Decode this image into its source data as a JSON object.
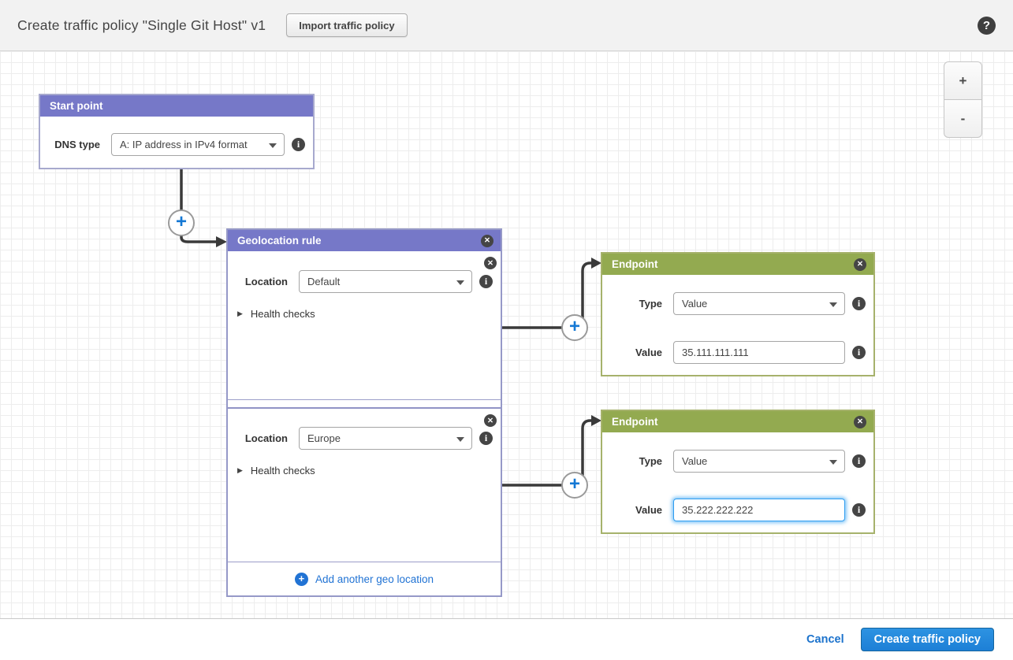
{
  "header": {
    "title": "Create traffic policy \"Single Git Host\" v1",
    "import_button_label": "Import traffic policy"
  },
  "icons": {
    "help": "?",
    "close": "✕",
    "info": "i",
    "plus": "+",
    "zoom_in": "+",
    "zoom_out": "-",
    "collapsed_caret": "▶"
  },
  "canvas": {
    "start_point": {
      "title": "Start point",
      "dns_type_label": "DNS type",
      "dns_type_value": "A: IP address in IPv4 format"
    },
    "geolocation_rule": {
      "title": "Geolocation rule",
      "add_link_label": "Add another geo location",
      "sections": [
        {
          "location_label": "Location",
          "location_value": "Default",
          "health_checks_label": "Health checks"
        },
        {
          "location_label": "Location",
          "location_value": "Europe",
          "health_checks_label": "Health checks"
        }
      ]
    },
    "endpoints": [
      {
        "title": "Endpoint",
        "type_label": "Type",
        "type_value": "Value",
        "value_label": "Value",
        "value_text": "35.111.111.111"
      },
      {
        "title": "Endpoint",
        "type_label": "Type",
        "type_value": "Value",
        "value_label": "Value",
        "value_text": "35.222.222.222"
      }
    ]
  },
  "footer": {
    "cancel_label": "Cancel",
    "create_label": "Create traffic policy"
  },
  "colors": {
    "rule_header_purple": "#7678c8",
    "endpoint_header_green": "#93aa50",
    "link_blue": "#2173d4",
    "primary_button_blue": "#1f83da",
    "connector_dark": "#3a3a3a",
    "focus_blue": "#2e9df0"
  }
}
